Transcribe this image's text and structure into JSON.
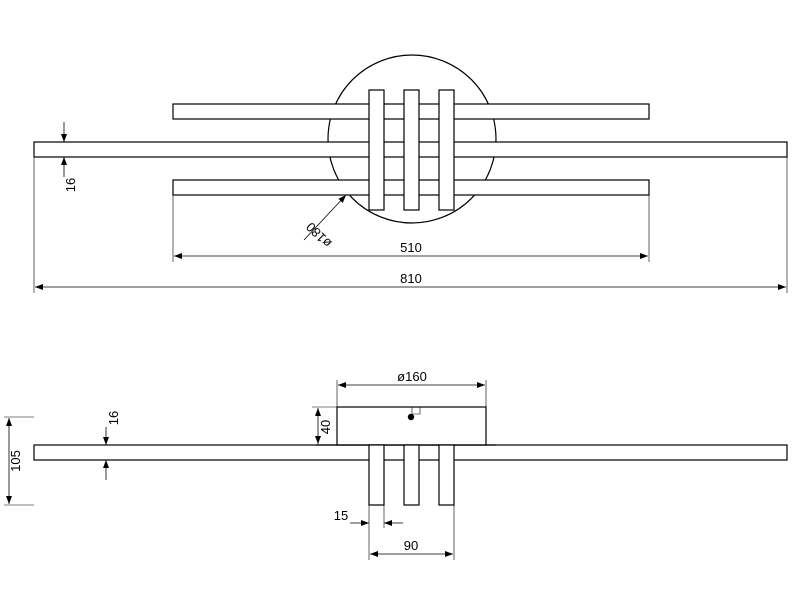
{
  "top_view": {
    "dims": {
      "bar_thickness": "16",
      "canopy_diameter": "ø180",
      "short_bar_length": "510",
      "long_bar_length": "810"
    }
  },
  "side_view": {
    "dims": {
      "canopy_diameter": "ø160",
      "canopy_height": "40",
      "bar_thickness": "16",
      "total_height": "105",
      "fin_width": "15",
      "fin_span": "90"
    }
  }
}
